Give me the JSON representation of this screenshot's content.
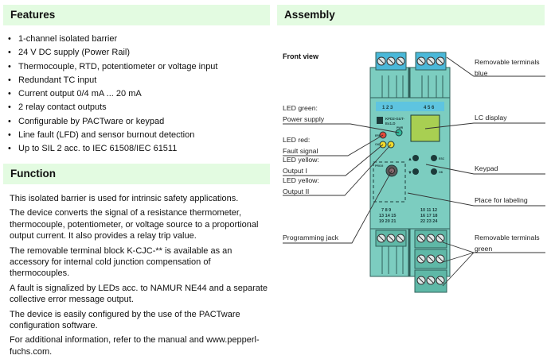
{
  "features": {
    "title": "Features",
    "items": [
      "1-channel isolated barrier",
      "24 V DC supply (Power Rail)",
      "Thermocouple, RTD, potentiometer or voltage input",
      "Redundant TC input",
      "Current output 0/4 mA ... 20 mA",
      "2 relay contact outputs",
      "Configurable by PACTware or keypad",
      "Line fault (LFD) and sensor burnout detection",
      "Up to SIL 2 acc. to IEC 61508/IEC 61511"
    ]
  },
  "function": {
    "title": "Function",
    "paragraphs": [
      "This isolated barrier is used for intrinsic safety applications.",
      "The device converts the signal of a resistance thermometer, thermocouple, potentiometer, or voltage source to a proportional output current. It also provides a relay trip value.",
      "The removable terminal block K-CJC-** is available as an accessory for internal cold junction compensation of thermocouples.",
      "A fault is signalized by LEDs acc. to NAMUR NE44 and a separate collective error message output.",
      "The device is easily configured by the use of the PACTware configuration software.",
      "For additional information, refer to the manual and www.pepperl-fuchs.com."
    ]
  },
  "assembly": {
    "title": "Assembly",
    "front_view": "Front view",
    "callouts_left": {
      "led_green": [
        "LED green:",
        "Power supply"
      ],
      "led_red": [
        "LED red:",
        "Fault signal"
      ],
      "led_yellow_1": [
        "LED yellow:",
        "Output I"
      ],
      "led_yellow_2": [
        "LED yellow:",
        "Output II"
      ],
      "programming_jack": [
        "Programming jack"
      ]
    },
    "callouts_right": {
      "terminals_blue": [
        "Removable terminals",
        "blue"
      ],
      "lc_display": [
        "LC display"
      ],
      "keypad": [
        "Keypad"
      ],
      "labeling": [
        "Place for labeling"
      ],
      "terminals_green": [
        "Removable terminals",
        "green"
      ]
    },
    "device": {
      "model": [
        "KFD2-GUT-",
        "Ex1.D"
      ],
      "top_numbers_left": "1 2 3",
      "top_numbers_right": "4 5 6",
      "bottom_numbers_left": [
        "7  8  9",
        "13 14 15",
        "19 20 21"
      ],
      "bottom_numbers_right": [
        "10 11 12",
        "16 17 18",
        "22 23 24"
      ],
      "led_labels": {
        "pwr": "PWR",
        "err": "ERR",
        "out": "OUT",
        "out1": "1",
        "out2": "2"
      },
      "key_labels": {
        "esc": "ESC",
        "ok": "OK",
        "up": "▲",
        "down": "▼"
      },
      "jack_label": "PROG",
      "colors": {
        "housing": "#7ccdc0",
        "housing_dark": "#4f9d92",
        "terminal_blue": "#4ab8d9",
        "terminal_green": "#5fb8a7",
        "lcd": "#a8cf52",
        "led_red": "#e24a3a",
        "led_green": "#31b79a",
        "led_yellow": "#f2d92b"
      }
    }
  }
}
